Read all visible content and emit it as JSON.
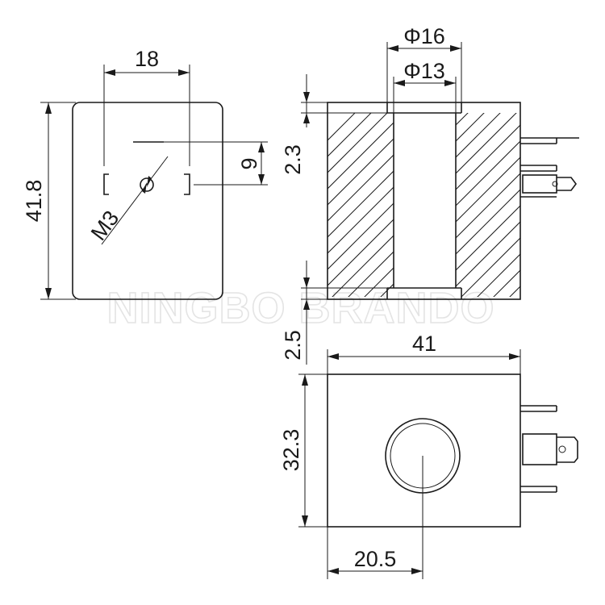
{
  "watermark": "NINGBO BRANDO",
  "front_view": {
    "width_dim": "18",
    "height_dim": "41.8",
    "pin_offset_dim": "9",
    "thread_label": "M3"
  },
  "section_view": {
    "outer_bore_dim": "Φ16",
    "inner_bore_dim": "Φ13",
    "top_recess_dim": "2.3",
    "bottom_recess_dim": "2.5"
  },
  "top_view": {
    "width_dim": "41",
    "height_dim": "32.3",
    "center_offset_dim": "20.5"
  }
}
